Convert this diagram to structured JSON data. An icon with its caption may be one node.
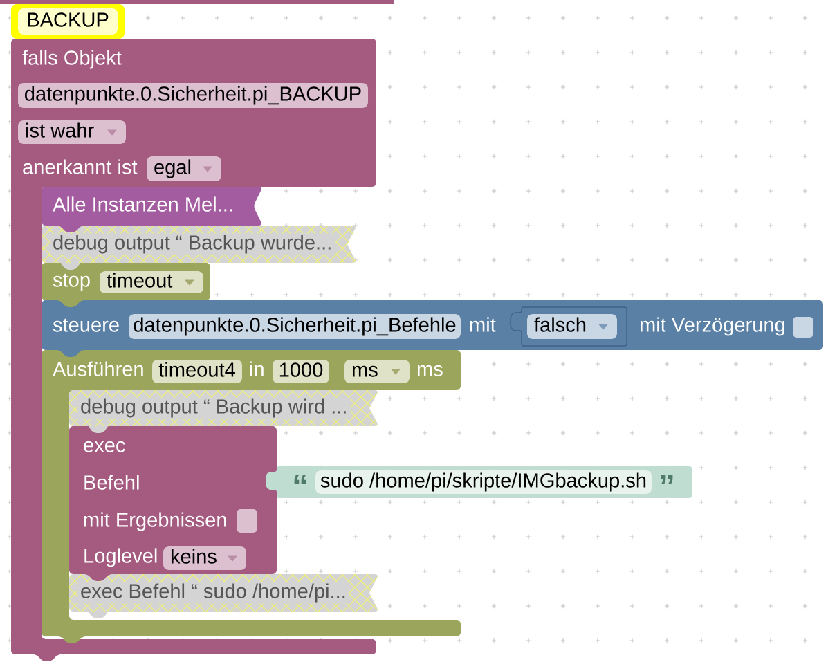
{
  "diagram": {
    "nodes": [
      {
        "text": [
          "BACKUP"
        ]
      },
      {
        "text": [
          "falls Objekt",
          "anerkannt ist"
        ]
      },
      {
        "text": [
          "datenpunkte.0.Sicherheit.pi_BACKUP"
        ],
        "in": 1
      },
      {
        "text": [
          "ist wahr"
        ],
        "in": 1
      },
      {
        "text": [
          "egal"
        ],
        "in": 1
      },
      {
        "text": [
          "Alle Instanzen Mel..."
        ],
        "in": 1
      },
      {
        "text": [
          "debug output “ Backup wurde..."
        ],
        "in": 1
      },
      {
        "text": [
          "stop"
        ],
        "in": 1
      },
      {
        "text": [
          "timeout"
        ],
        "in": 7
      },
      {
        "text": [
          "steuere",
          "mit",
          "mit Verzögerung"
        ]
      },
      {
        "text": [
          "datenpunkte.0.Sicherheit.pi_Befehle"
        ],
        "in": 9
      },
      {
        "text": [],
        "shape": "box",
        "in": 9
      },
      {
        "text": [
          "falsch"
        ],
        "in": 11
      },
      {
        "text": [
          "Ausführen",
          "in",
          "ms"
        ]
      },
      {
        "text": [
          "timeout4"
        ],
        "in": 13
      },
      {
        "text": [
          "1000"
        ],
        "in": 13
      },
      {
        "text": [
          "ms"
        ],
        "in": 13
      },
      {
        "text": [
          "debug output “ Backup wird ..."
        ],
        "in": 13
      },
      {
        "text": [
          "exec",
          "Befehl",
          "mit Ergebnissen",
          "Loglevel"
        ],
        "in": 13
      },
      {
        "text": [
          "“",
          "”"
        ]
      },
      {
        "text": [
          "sudo /home/pi/skripte/IMGbackup.sh"
        ],
        "in": 19
      },
      {
        "text": [
          "keins"
        ],
        "in": 18
      },
      {
        "text": [
          "exec Befehl “ sudo /home/pi..."
        ],
        "in": 13
      }
    ]
  }
}
